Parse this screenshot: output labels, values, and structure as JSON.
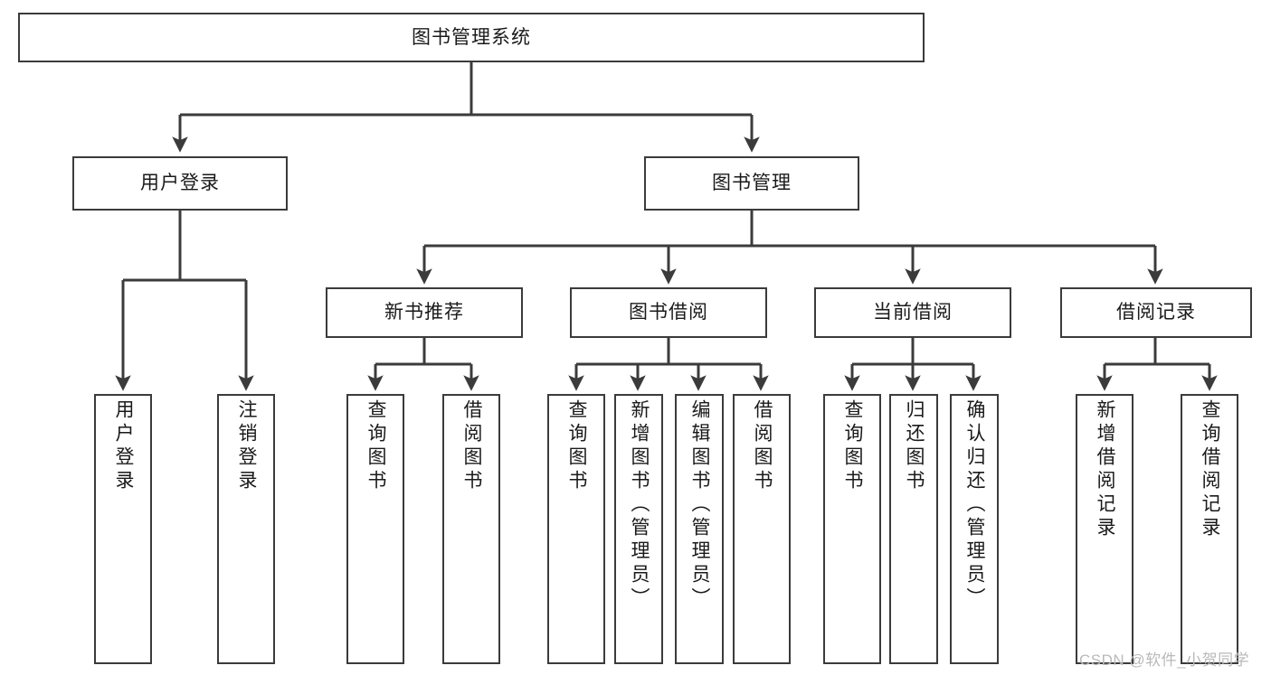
{
  "diagram": {
    "type": "tree-hierarchy-chart",
    "title": "图书管理系统",
    "watermark": "CSDN @软件_小贺同学",
    "colors": {
      "box_border": "#3b3b3b",
      "box_fill": "#ffffff",
      "connector": "#3b3b3b",
      "text": "#1a1a1a",
      "watermark": "#b9b9b9",
      "background": "#ffffff"
    },
    "root": {
      "label": "图书管理系统",
      "orientation": "horizontal"
    },
    "level2": [
      {
        "label": "用户登录",
        "orientation": "horizontal"
      },
      {
        "label": "图书管理",
        "orientation": "horizontal"
      }
    ],
    "level3": [
      {
        "label": "新书推荐",
        "orientation": "horizontal",
        "parent": "图书管理"
      },
      {
        "label": "图书借阅",
        "orientation": "horizontal",
        "parent": "图书管理"
      },
      {
        "label": "当前借阅",
        "orientation": "horizontal",
        "parent": "图书管理"
      },
      {
        "label": "借阅记录",
        "orientation": "horizontal",
        "parent": "图书管理"
      }
    ],
    "leaves": {
      "user_login": [
        {
          "label": "用户登录",
          "orientation": "vertical"
        },
        {
          "label": "注销登录",
          "orientation": "vertical"
        }
      ],
      "new_book_recommend": [
        {
          "label": "查询图书",
          "orientation": "vertical"
        },
        {
          "label": "借阅图书",
          "orientation": "vertical"
        }
      ],
      "book_borrow": [
        {
          "label": "查询图书",
          "orientation": "vertical"
        },
        {
          "label": "新增图书（管理员）",
          "orientation": "vertical"
        },
        {
          "label": "编辑图书（管理员）",
          "orientation": "vertical"
        },
        {
          "label": "借阅图书",
          "orientation": "vertical"
        }
      ],
      "current_borrow": [
        {
          "label": "查询图书",
          "orientation": "vertical"
        },
        {
          "label": "归还图书",
          "orientation": "vertical"
        },
        {
          "label": "确认归还（管理员）",
          "orientation": "vertical"
        }
      ],
      "borrow_record": [
        {
          "label": "新增借阅记录",
          "orientation": "vertical"
        },
        {
          "label": "查询借阅记录",
          "orientation": "vertical"
        }
      ]
    }
  }
}
